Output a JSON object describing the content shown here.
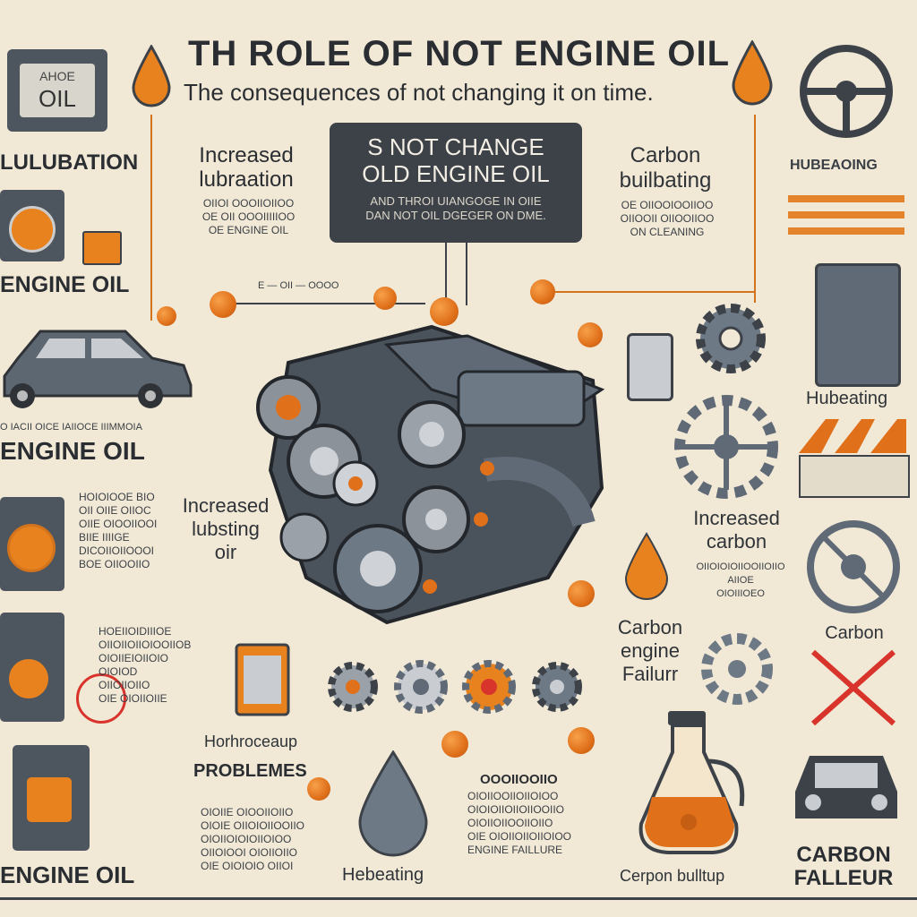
{
  "header": {
    "title": "TH ROLE OF NOT ENGINE OIL",
    "subtitle": "The consequences of not changing it on time."
  },
  "center_box": {
    "heading_line1": "S NOT CHANGE",
    "heading_line2": "OLD ENGINE OIL",
    "text_line1": "AND THROI UIANGOGE IN OIIE",
    "text_line2": "DAN NOT OIL DGEGER ON DME."
  },
  "left": {
    "oil_can_label_top": "AHOE",
    "oil_can_label_bottom": "OIL",
    "lubuation": "LULUBATION",
    "engine_oil_1": "ENGINE OIL",
    "small_strip": "O IACII OICE IAIIOCE IIIMMOIA",
    "engine_oil_2": "ENGINE OIL",
    "block1": [
      "HOIOIOOE BIO",
      "OII OIIE OIIOC",
      "OIIE OIOOIIOOI",
      "BIIE IIIIGE",
      "DICOIIOIIOOOI",
      "BOE OIIOOIIO"
    ],
    "block2": [
      "HOEIIOIDIIIOE",
      "OIIOIIOIIOIOOIIOB",
      "OIOIIEIOIIOIO",
      "OIOIOD",
      "OIIOIIOIIO",
      "OIE OIOIIOIIE"
    ],
    "engine_oil_3": "ENGINE OIL"
  },
  "mid_left": {
    "increased_lubration_1": "Increased",
    "increased_lubration_2": "lubraation",
    "lub_text": [
      "OIIOI OOOIIOIIOO",
      "OE OII OOOIIIIIOO",
      "OE ENGINE OIL"
    ],
    "dashes": "E — OII —  OOOO",
    "increased_lubting_1": "Increased",
    "increased_lubting_2": "lubsting",
    "increased_lubting_3": "oir"
  },
  "mid_right": {
    "carbon_1": "Carbon",
    "carbon_2": "builbating",
    "carbon_text": [
      "OE OIIOOIOOIIOO",
      "OIIOOII OIIOOIIOO",
      "ON CLEANING"
    ],
    "increased_carbon_1": "Increased",
    "increased_carbon_2": "carbon",
    "inc_carbon_text": [
      "OIIOIOIOIIOOIIOIIO",
      "AIIOE",
      "OIOIIIOEO"
    ],
    "carbon_engine_1": "Carbon",
    "carbon_engine_2": "engine",
    "carbon_engine_3": "Failurr"
  },
  "right": {
    "hubeaing": "HUBEAOING",
    "hubeating": "Hubeating",
    "carbon": "Carbon",
    "carbon_fail_1": "CARBON",
    "carbon_fail_2": "FALLEUR"
  },
  "bottom": {
    "horhoocap": "Horhroceaup",
    "problemes": "PROBLEMES",
    "prob_text": [
      "OIOIIE OIOOIIOIIO",
      "OIOIE OIIOIOIIOOIIO",
      "OIOIIOIOIOIIOIOO",
      "OIIOIOOI OIOIIOIIO",
      "OIE OIOIOIO OIIOI"
    ],
    "mid_heading": "OOOIIOOIIO",
    "mid_text": [
      "OIOIIOOIIOIIOIOO",
      "OIOIOIIOIIOIIOOIIO",
      "OIOIIOIIOOIIOIIO",
      "OIE OIOIIOIIOIIOIOO",
      "ENGINE FAILLURE"
    ],
    "heating": "Hebeating",
    "carbon_buildup": "Cerpon bulltup"
  },
  "colors": {
    "background": "#f1e9d6",
    "accent_orange": "#e0701a",
    "dark_gray": "#3d4249",
    "red_x": "#d8342c"
  },
  "icons": [
    "oil-can-icon",
    "oil-drop-icon",
    "steering-wheel-icon",
    "car-icon",
    "engine-icon",
    "gear-icon",
    "oil-jug-icon",
    "filter-icon",
    "x-mark-icon",
    "warning-icon"
  ]
}
